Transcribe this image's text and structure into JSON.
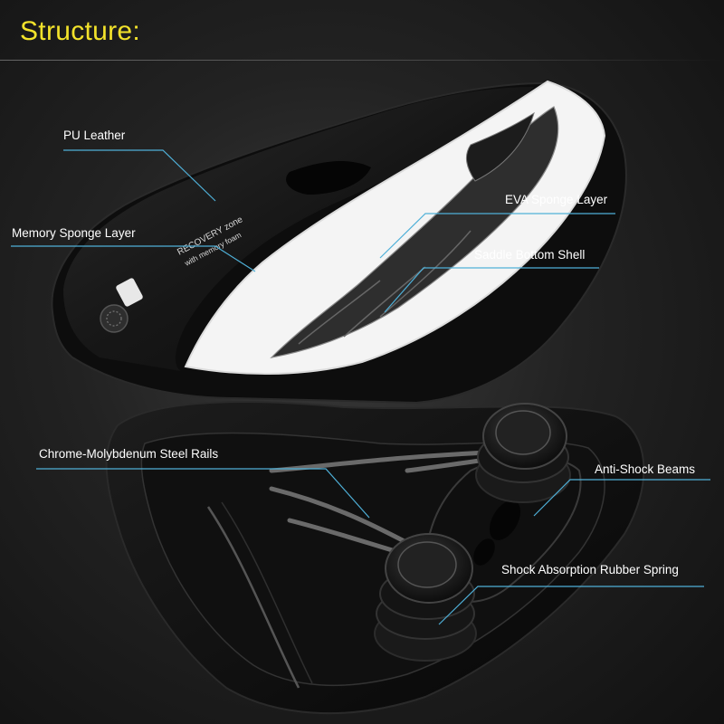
{
  "header": {
    "title": "Structure:"
  },
  "labels": {
    "pu_leather": "PU Leather",
    "memory_sponge": "Memory Sponge Layer",
    "eva_sponge": "EVA Sponge Layer",
    "bottom_shell": "Saddle Bottom Shell",
    "rails": "Chrome-Molybdenum Steel Rails",
    "anti_shock": "Anti-Shock Beams",
    "rubber_spring": "Shock Absorption Rubber Spring"
  },
  "saddle_print": {
    "line1": "RECOVERY zone",
    "line2": "with memory foam"
  },
  "colors": {
    "title": "#f2e22b",
    "leader_line": "#4fb0d8",
    "label_text": "#ffffff",
    "background": "#1c1c1c"
  }
}
